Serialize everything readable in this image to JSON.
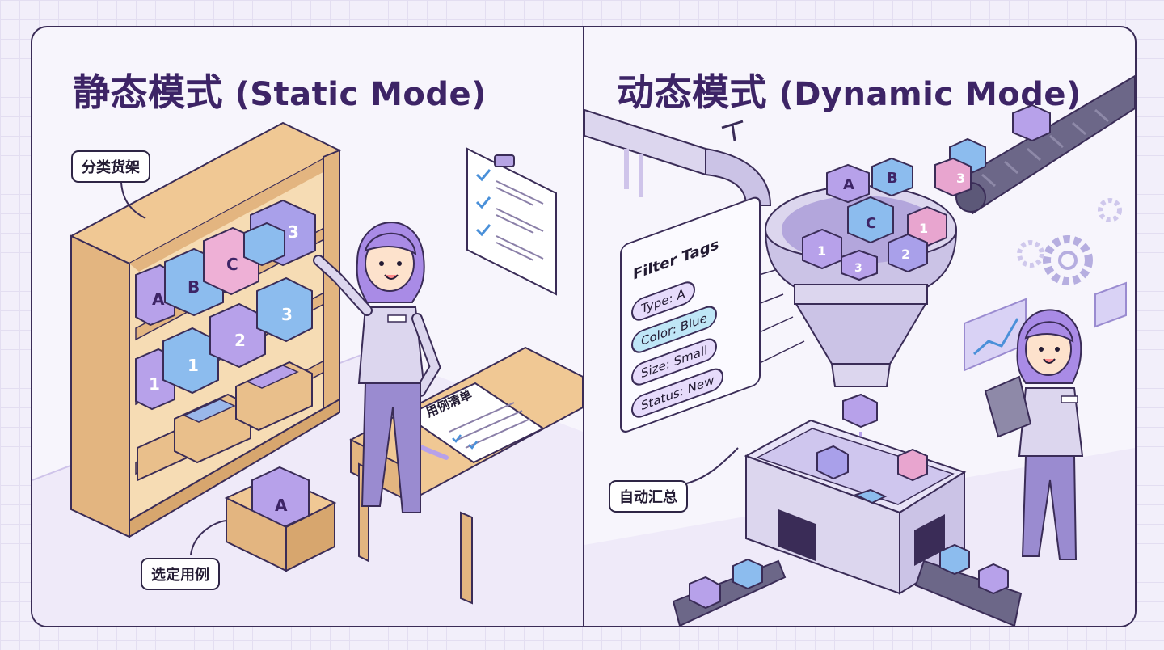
{
  "left_panel": {
    "title_cn": "静态模式",
    "title_en": "(Static Mode)",
    "callouts": {
      "shelf": "分类货架",
      "select": "选定用例"
    },
    "box_letters": [
      "A",
      "B",
      "C",
      "3",
      "1",
      "1",
      "2",
      "3",
      "A"
    ],
    "checklist_title": "用例清单"
  },
  "right_panel": {
    "title_cn": "动态模式",
    "title_en": "(Dynamic Mode)",
    "filter": {
      "title": "Filter Tags",
      "tags": [
        "Type: A",
        "Color: Blue",
        "Size: Small",
        "Status: New"
      ]
    },
    "callouts": {
      "auto": "自动汇总"
    },
    "funnel_letters": [
      "A",
      "B",
      "3",
      "C",
      "1",
      "1",
      "2",
      "3"
    ]
  },
  "colors": {
    "purple": "#a98be6",
    "blue": "#7eb3ea",
    "pink": "#e8a5cf",
    "wood": "#e3b580",
    "outline": "#3a2c57"
  }
}
